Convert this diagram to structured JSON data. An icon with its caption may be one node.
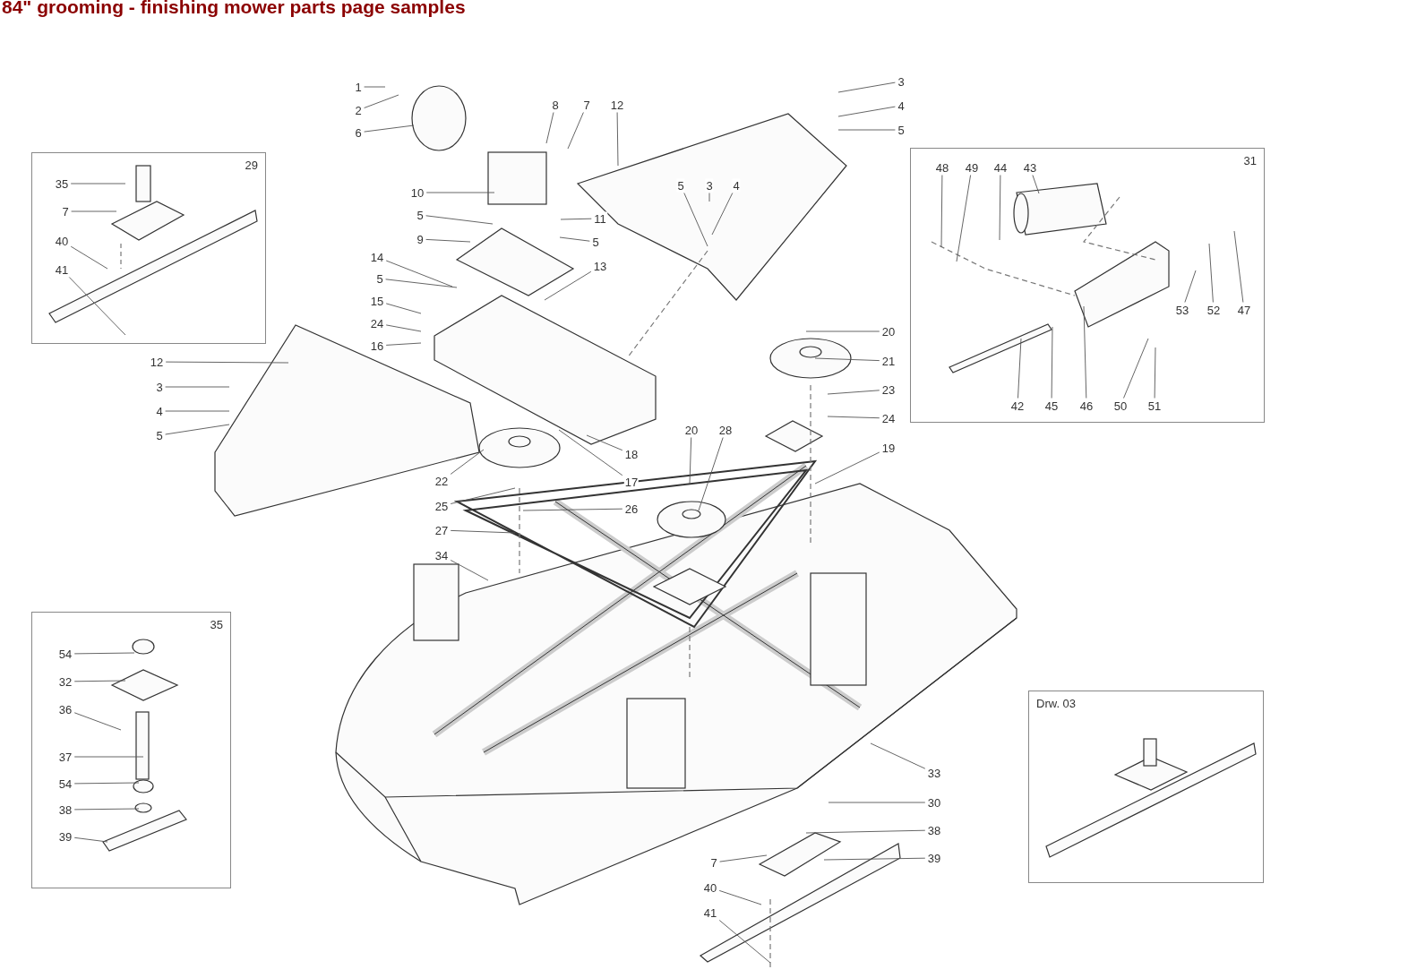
{
  "diagram": {
    "title": "84\" grooming - finishing mower parts page samples",
    "nodes": [
      {
        "text": [
          "1"
        ]
      },
      {
        "text": [
          "2"
        ]
      },
      {
        "text": [
          "6"
        ]
      },
      {
        "text": [
          "8"
        ]
      },
      {
        "text": [
          "7"
        ]
      },
      {
        "text": [
          "12"
        ]
      },
      {
        "text": [
          "3"
        ]
      },
      {
        "text": [
          "4"
        ]
      },
      {
        "text": [
          "5"
        ]
      },
      {
        "text": [
          "10"
        ]
      },
      {
        "text": [
          "5"
        ]
      },
      {
        "text": [
          "9"
        ]
      },
      {
        "text": [
          "11"
        ]
      },
      {
        "text": [
          "5"
        ]
      },
      {
        "text": [
          "14"
        ]
      },
      {
        "text": [
          "5"
        ]
      },
      {
        "text": [
          "13"
        ]
      },
      {
        "text": [
          "15"
        ]
      },
      {
        "text": [
          "24"
        ]
      },
      {
        "text": [
          "16"
        ]
      },
      {
        "text": [
          "5"
        ]
      },
      {
        "text": [
          "3"
        ]
      },
      {
        "text": [
          "4"
        ]
      },
      {
        "text": [
          "12"
        ]
      },
      {
        "text": [
          "3"
        ]
      },
      {
        "text": [
          "4"
        ]
      },
      {
        "text": [
          "5"
        ]
      },
      {
        "text": [
          "20"
        ]
      },
      {
        "text": [
          "21"
        ]
      },
      {
        "text": [
          "23"
        ]
      },
      {
        "text": [
          "24"
        ]
      },
      {
        "text": [
          "19"
        ]
      },
      {
        "text": [
          "18"
        ]
      },
      {
        "text": [
          "17"
        ]
      },
      {
        "text": [
          "22"
        ]
      },
      {
        "text": [
          "20"
        ]
      },
      {
        "text": [
          "28"
        ]
      },
      {
        "text": [
          "25"
        ]
      },
      {
        "text": [
          "26"
        ]
      },
      {
        "text": [
          "27"
        ]
      },
      {
        "text": [
          "34"
        ]
      },
      {
        "text": [
          "33"
        ]
      },
      {
        "text": [
          "30"
        ]
      },
      {
        "text": [
          "38"
        ]
      },
      {
        "text": [
          "39"
        ]
      },
      {
        "text": [
          "7"
        ]
      },
      {
        "text": [
          "40"
        ]
      },
      {
        "text": [
          "41"
        ]
      },
      {
        "text": [
          "29"
        ]
      },
      {
        "text": [
          "35"
        ],
        "in": 48
      },
      {
        "text": [
          "7"
        ],
        "in": 48
      },
      {
        "text": [
          "40"
        ],
        "in": 48
      },
      {
        "text": [
          "41"
        ],
        "in": 48
      },
      {
        "text": [
          "31"
        ]
      },
      {
        "text": [
          "48"
        ],
        "in": 53
      },
      {
        "text": [
          "49"
        ],
        "in": 53
      },
      {
        "text": [
          "44"
        ],
        "in": 53
      },
      {
        "text": [
          "43"
        ],
        "in": 53
      },
      {
        "text": [
          "53"
        ],
        "in": 53
      },
      {
        "text": [
          "52"
        ],
        "in": 53
      },
      {
        "text": [
          "47"
        ],
        "in": 53
      },
      {
        "text": [
          "42"
        ],
        "in": 53
      },
      {
        "text": [
          "45"
        ],
        "in": 53
      },
      {
        "text": [
          "46"
        ],
        "in": 53
      },
      {
        "text": [
          "50"
        ],
        "in": 53
      },
      {
        "text": [
          "51"
        ],
        "in": 53
      },
      {
        "text": [
          "35"
        ]
      },
      {
        "text": [
          "54"
        ],
        "in": 66
      },
      {
        "text": [
          "32"
        ],
        "in": 66
      },
      {
        "text": [
          "36"
        ],
        "in": 66
      },
      {
        "text": [
          "37"
        ],
        "in": 66
      },
      {
        "text": [
          "54"
        ],
        "in": 66
      },
      {
        "text": [
          "38"
        ],
        "in": 66
      },
      {
        "text": [
          "39"
        ],
        "in": 66
      },
      {
        "text": [
          "Drw. 03"
        ]
      }
    ],
    "edges": [
      {
        "from": 0,
        "to": null,
        "arrow": "none"
      },
      {
        "from": 1,
        "to": null,
        "arrow": "none"
      },
      {
        "from": 2,
        "to": null,
        "arrow": "none"
      },
      {
        "from": 3,
        "to": null,
        "arrow": "none"
      },
      {
        "from": 4,
        "to": null,
        "arrow": "none"
      },
      {
        "from": 5,
        "to": null,
        "arrow": "none"
      },
      {
        "from": 6,
        "to": null,
        "arrow": "none"
      },
      {
        "from": 7,
        "to": null,
        "arrow": "none"
      },
      {
        "from": 8,
        "to": null,
        "arrow": "none"
      },
      {
        "from": 9,
        "to": null,
        "arrow": "none"
      },
      {
        "from": 10,
        "to": null,
        "arrow": "none"
      },
      {
        "from": 11,
        "to": null,
        "arrow": "none"
      },
      {
        "from": 12,
        "to": null,
        "arrow": "none"
      },
      {
        "from": 13,
        "to": null,
        "arrow": "none"
      },
      {
        "from": 14,
        "to": null,
        "arrow": "none"
      },
      {
        "from": 15,
        "to": null,
        "arrow": "none"
      },
      {
        "from": 16,
        "to": null,
        "arrow": "none"
      },
      {
        "from": 17,
        "to": null,
        "arrow": "none"
      },
      {
        "from": 18,
        "to": null,
        "arrow": "none"
      },
      {
        "from": 19,
        "to": null,
        "arrow": "none"
      },
      {
        "from": 20,
        "to": null,
        "arrow": "none"
      },
      {
        "from": 21,
        "to": null,
        "arrow": "none"
      },
      {
        "from": 22,
        "to": null,
        "arrow": "none"
      },
      {
        "from": 23,
        "to": null,
        "arrow": "none"
      },
      {
        "from": 24,
        "to": null,
        "arrow": "none"
      },
      {
        "from": 25,
        "to": null,
        "arrow": "none"
      },
      {
        "from": 26,
        "to": null,
        "arrow": "none"
      },
      {
        "from": 27,
        "to": null,
        "arrow": "none"
      },
      {
        "from": 28,
        "to": null,
        "arrow": "none"
      },
      {
        "from": 29,
        "to": null,
        "arrow": "none"
      },
      {
        "from": 30,
        "to": null,
        "arrow": "none"
      },
      {
        "from": 31,
        "to": null,
        "arrow": "none"
      },
      {
        "from": 32,
        "to": null,
        "arrow": "none"
      },
      {
        "from": 33,
        "to": null,
        "arrow": "none"
      },
      {
        "from": 34,
        "to": null,
        "arrow": "none"
      },
      {
        "from": 35,
        "to": null,
        "arrow": "none"
      },
      {
        "from": 36,
        "to": null,
        "arrow": "none"
      },
      {
        "from": 37,
        "to": null,
        "arrow": "none"
      },
      {
        "from": 38,
        "to": null,
        "arrow": "none"
      },
      {
        "from": 39,
        "to": null,
        "arrow": "none"
      },
      {
        "from": 40,
        "to": null,
        "arrow": "none"
      },
      {
        "from": 41,
        "to": null,
        "arrow": "none"
      },
      {
        "from": 42,
        "to": null,
        "arrow": "none"
      },
      {
        "from": 43,
        "to": null,
        "arrow": "none"
      },
      {
        "from": 44,
        "to": null,
        "arrow": "none"
      },
      {
        "from": 45,
        "to": null,
        "arrow": "none"
      },
      {
        "from": 46,
        "to": null,
        "arrow": "none"
      },
      {
        "from": 47,
        "to": null,
        "arrow": "none"
      },
      {
        "from": 49,
        "to": null,
        "arrow": "none"
      },
      {
        "from": 50,
        "to": null,
        "arrow": "none"
      },
      {
        "from": 51,
        "to": null,
        "arrow": "none"
      },
      {
        "from": 52,
        "to": null,
        "arrow": "none"
      },
      {
        "from": 54,
        "to": null,
        "arrow": "none"
      },
      {
        "from": 55,
        "to": null,
        "arrow": "none"
      },
      {
        "from": 56,
        "to": null,
        "arrow": "none"
      },
      {
        "from": 57,
        "to": null,
        "arrow": "none"
      },
      {
        "from": 58,
        "to": null,
        "arrow": "none"
      },
      {
        "from": 59,
        "to": null,
        "arrow": "none"
      },
      {
        "from": 60,
        "to": null,
        "arrow": "none"
      },
      {
        "from": 61,
        "to": null,
        "arrow": "none"
      },
      {
        "from": 62,
        "to": null,
        "arrow": "none"
      },
      {
        "from": 63,
        "to": null,
        "arrow": "none"
      },
      {
        "from": 64,
        "to": null,
        "arrow": "none"
      },
      {
        "from": 65,
        "to": null,
        "arrow": "none"
      },
      {
        "from": 67,
        "to": null,
        "arrow": "none"
      },
      {
        "from": 68,
        "to": null,
        "arrow": "none"
      },
      {
        "from": 69,
        "to": null,
        "arrow": "none"
      },
      {
        "from": 70,
        "to": null,
        "arrow": "none"
      },
      {
        "from": 71,
        "to": null,
        "arrow": "none"
      },
      {
        "from": 72,
        "to": null,
        "arrow": "none"
      },
      {
        "from": 73,
        "to": null,
        "arrow": "none"
      }
    ]
  }
}
